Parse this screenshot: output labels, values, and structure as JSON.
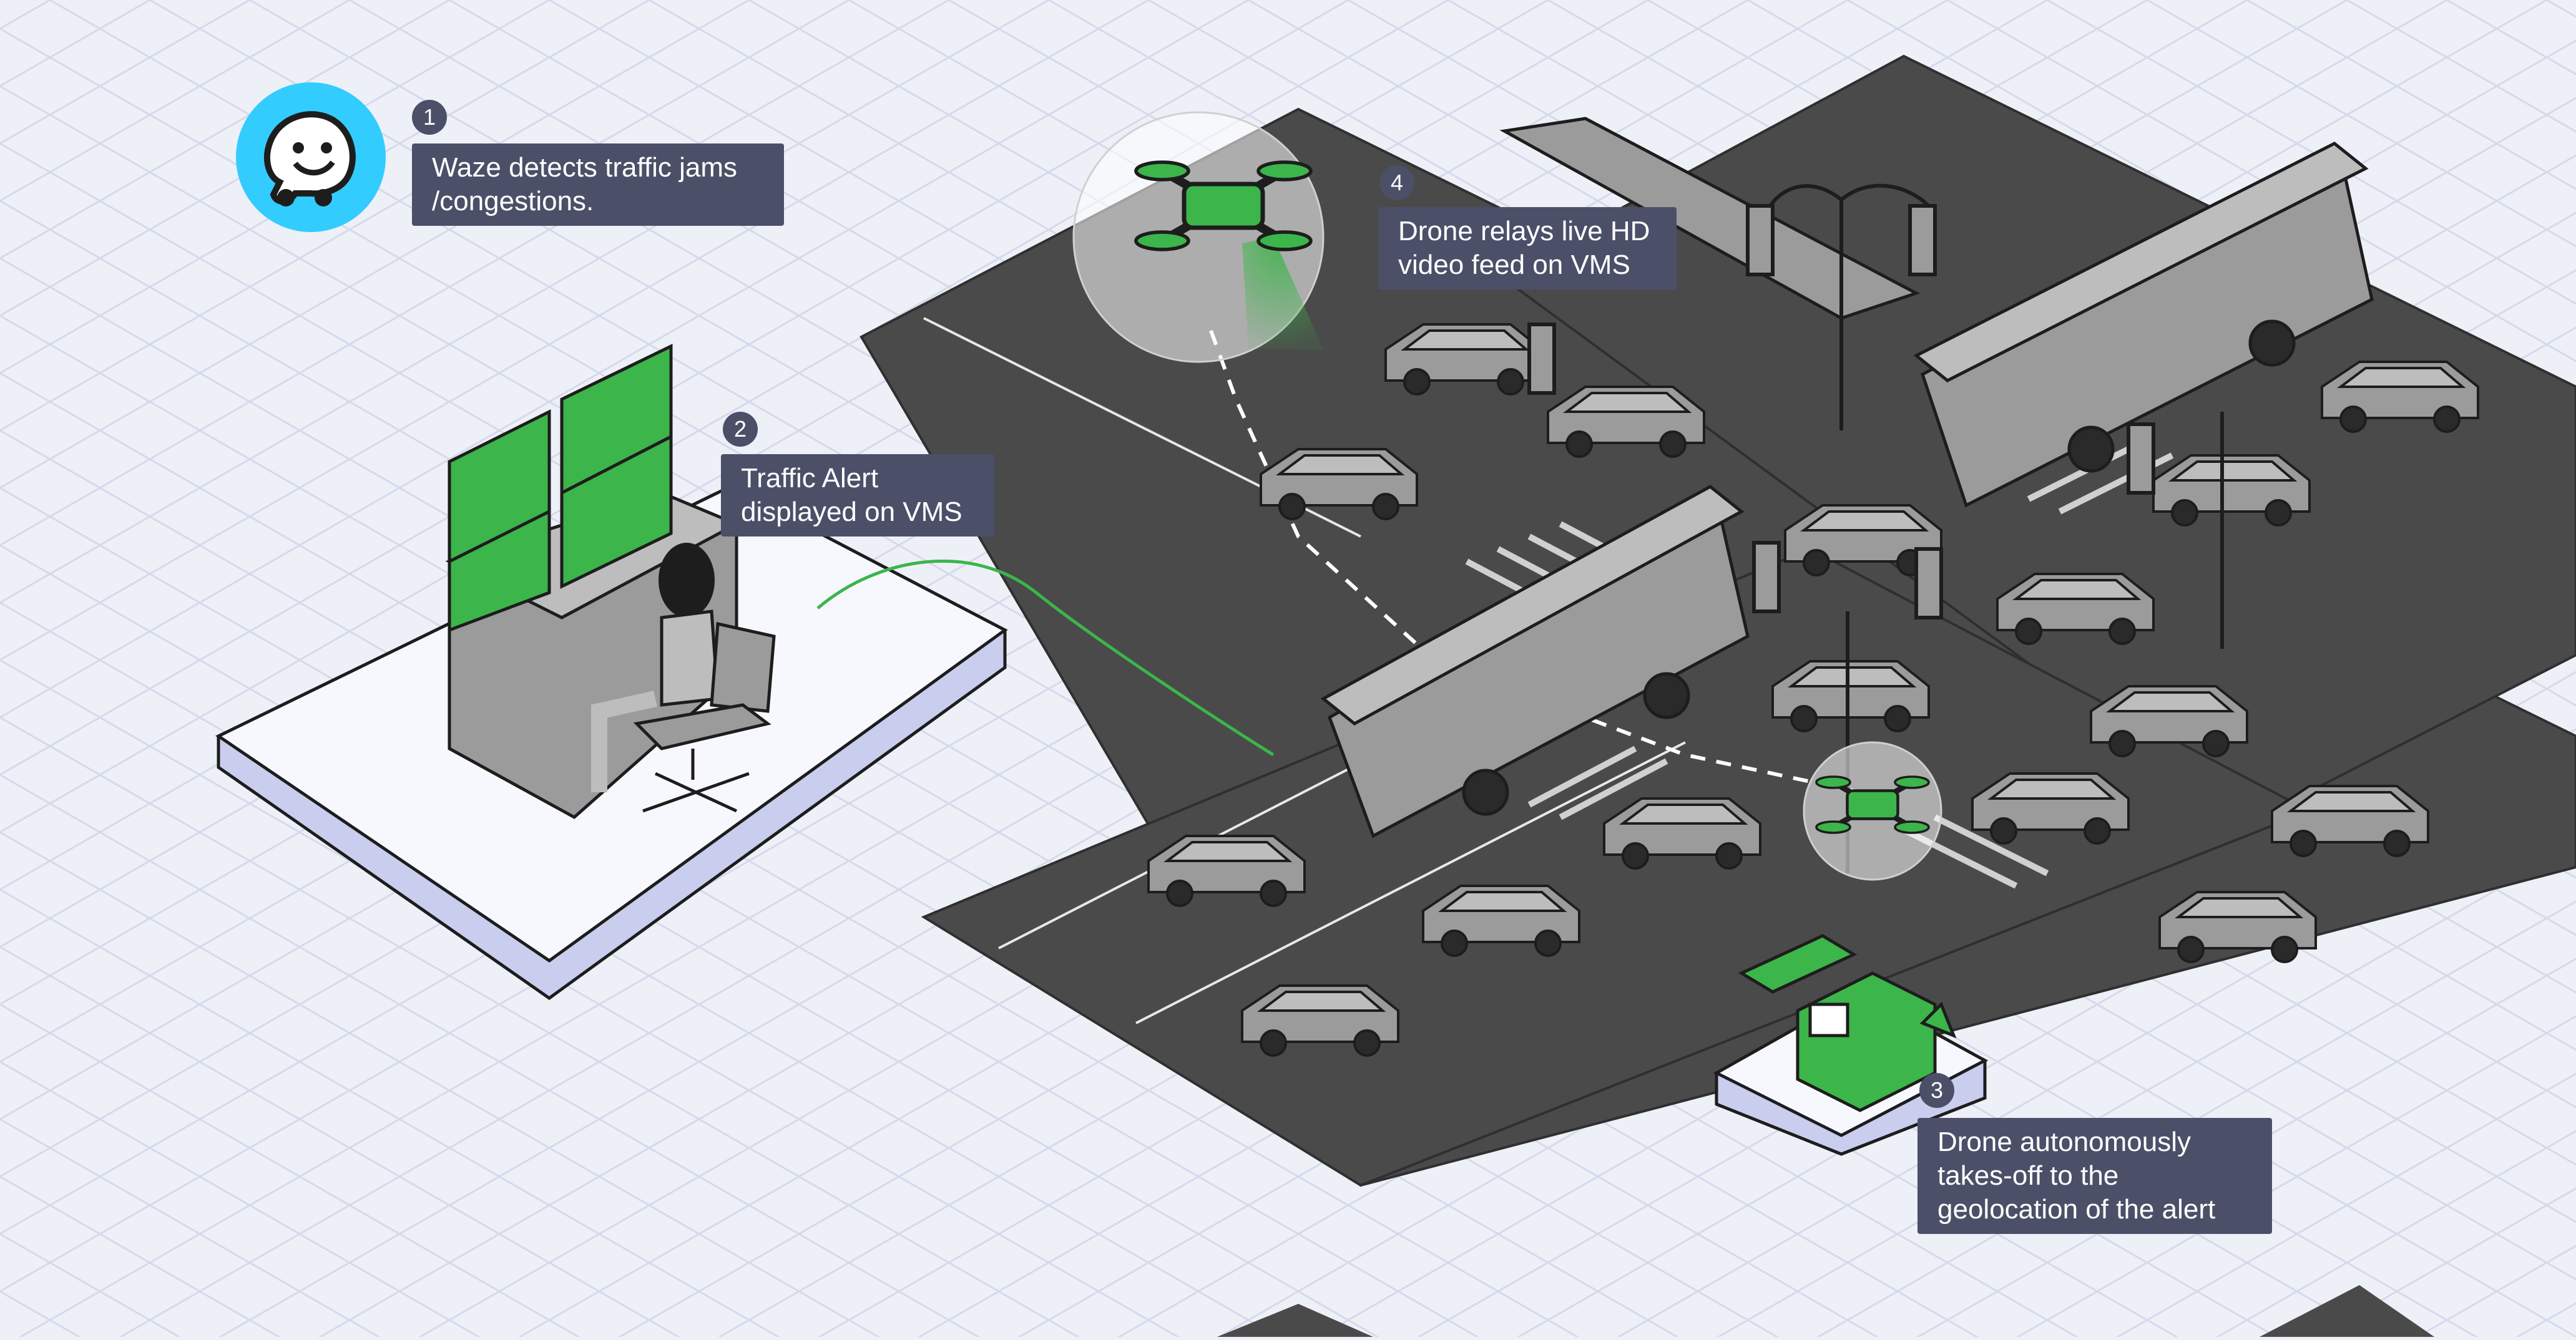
{
  "steps": [
    {
      "number": "1",
      "text_lines": [
        "Waze detects traffic jams",
        "/congestions."
      ]
    },
    {
      "number": "2",
      "text_lines": [
        "Traffic Alert",
        "displayed on VMS"
      ]
    },
    {
      "number": "3",
      "text_lines": [
        "Drone autonomously",
        "takes-off to the",
        "geolocation of the alert"
      ]
    },
    {
      "number": "4",
      "text_lines": [
        "Drone relays live HD",
        "video feed on VMS"
      ]
    }
  ],
  "icons": [
    "waze-logo-icon",
    "drone-icon",
    "monitor-wall-icon",
    "operator-icon",
    "office-chair-icon",
    "drone-dock-icon",
    "bus-icon",
    "car-icon",
    "traffic-light-icon"
  ],
  "colors": {
    "background": "#eef0f8",
    "grid": "#d5d9ea",
    "road": "#4a4a4a",
    "vehicle": "#9b9b9b",
    "accent_green": "#3cb54a",
    "waze_blue": "#33ccff",
    "callout": "#4b5068",
    "callout_text": "#ffffff"
  }
}
